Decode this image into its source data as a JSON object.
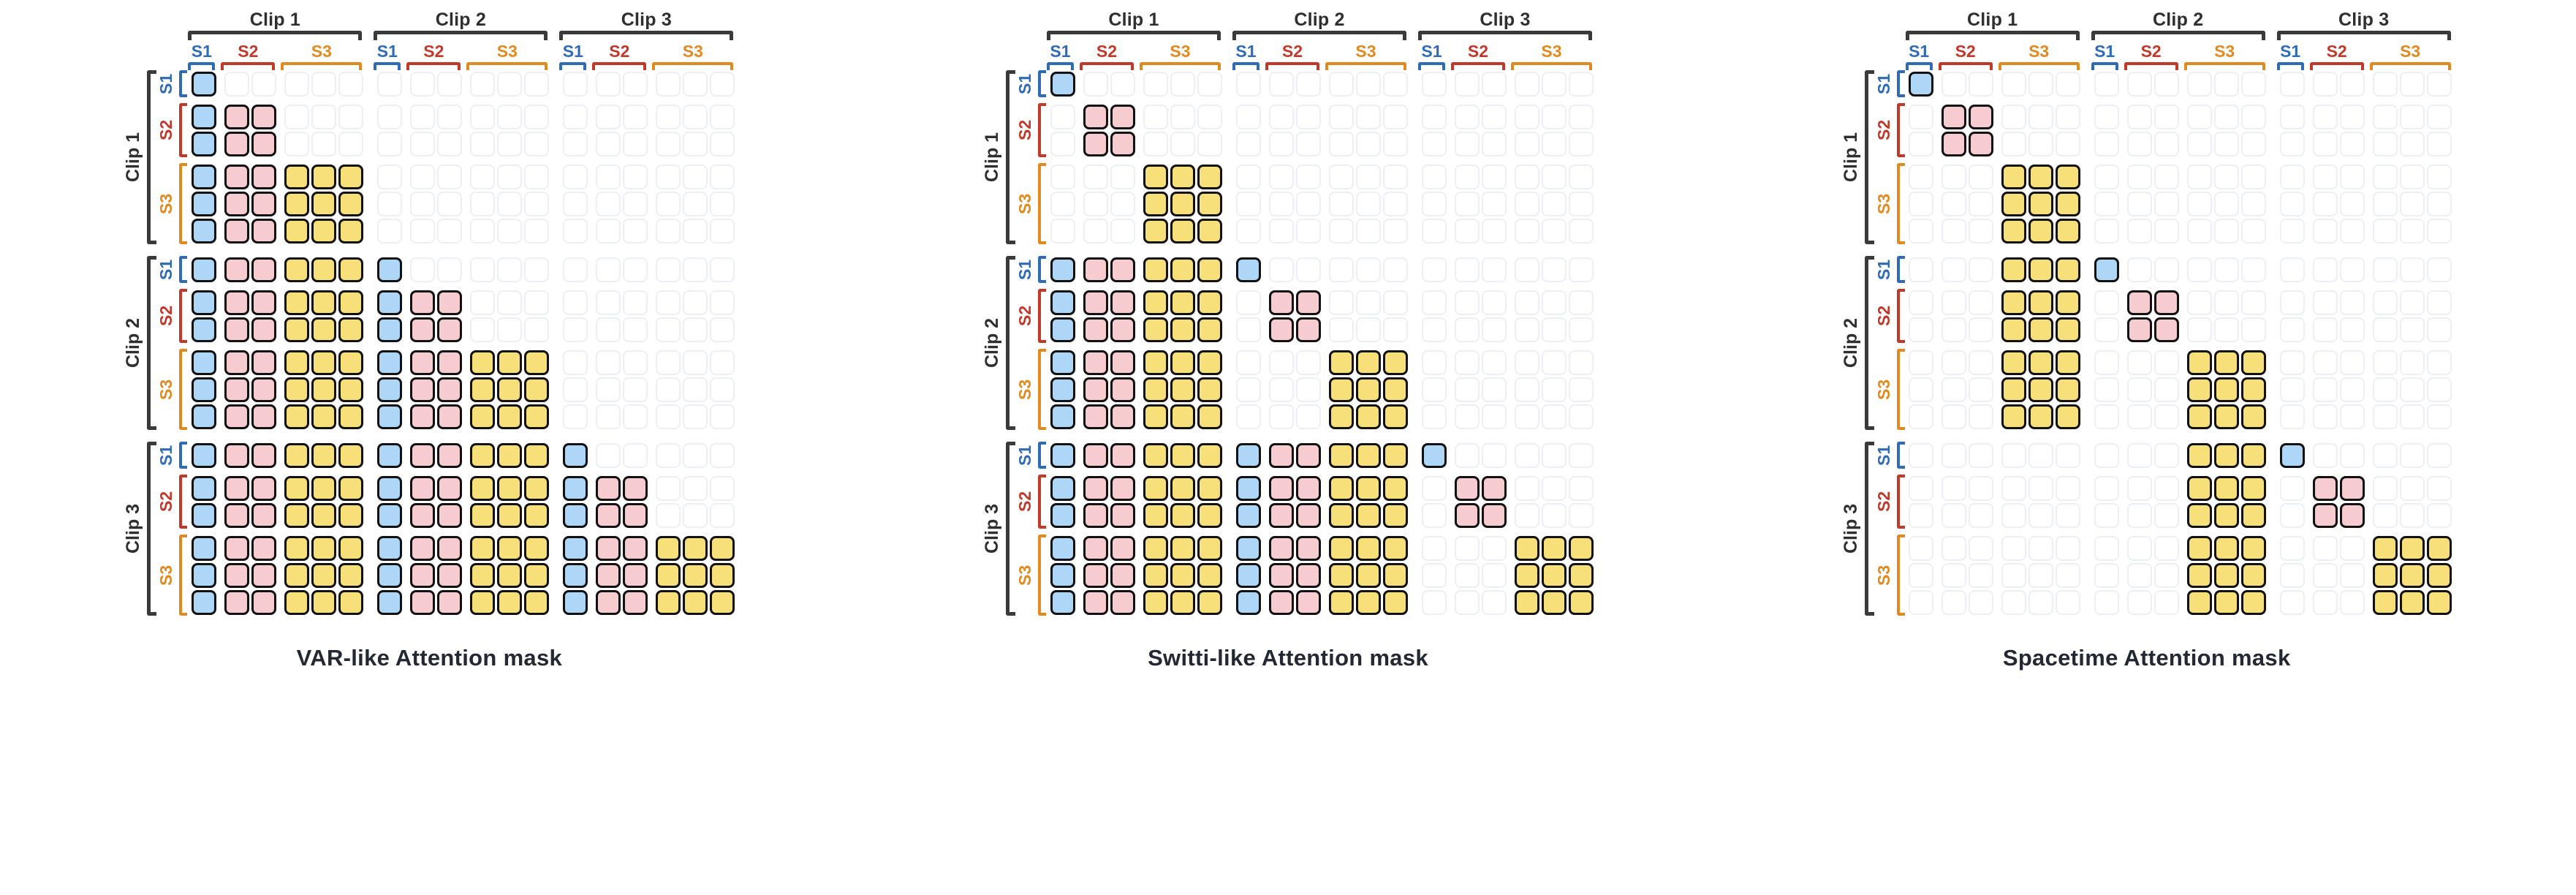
{
  "colors": {
    "s1": "#2f6cb5",
    "s2": "#c0392b",
    "s3": "#e08a20",
    "bracket": "#3a3a3a",
    "cell_blue": "#aed6f7",
    "cell_pink": "#f6ccd1",
    "cell_yellow": "#f7e07a",
    "cell_border_on": "#111111",
    "cell_border_off": "#eceff4",
    "title": "#232833"
  },
  "structure": {
    "clips": [
      "Clip 1",
      "Clip 2",
      "Clip 3"
    ],
    "scales": [
      "S1",
      "S2",
      "S3"
    ],
    "scale_sizes": [
      1,
      2,
      3
    ],
    "tokens_per_clip": 6,
    "total_tokens": 18
  },
  "panels": [
    {
      "title": "VAR-like Attention mask",
      "col_header": {
        "clips": [
          "Clip 1",
          "Clip 2",
          "Clip 3"
        ],
        "scales": [
          "S1",
          "S2",
          "S3",
          "S1",
          "S2",
          "S3",
          "S1",
          "S2",
          "S3"
        ]
      },
      "row_header": {
        "clips": [
          "Clip 1",
          "Clip 2",
          "Clip 3"
        ],
        "scales": [
          "S1",
          "S2",
          "S3",
          "S1",
          "S2",
          "S3",
          "S1",
          "S2",
          "S3"
        ]
      },
      "mask": [
        [
          1,
          0,
          0,
          0,
          0,
          0,
          0,
          0,
          0,
          0,
          0,
          0,
          0,
          0,
          0,
          0,
          0,
          0
        ],
        [
          1,
          1,
          1,
          0,
          0,
          0,
          0,
          0,
          0,
          0,
          0,
          0,
          0,
          0,
          0,
          0,
          0,
          0
        ],
        [
          1,
          1,
          1,
          0,
          0,
          0,
          0,
          0,
          0,
          0,
          0,
          0,
          0,
          0,
          0,
          0,
          0,
          0
        ],
        [
          1,
          1,
          1,
          1,
          1,
          1,
          0,
          0,
          0,
          0,
          0,
          0,
          0,
          0,
          0,
          0,
          0,
          0
        ],
        [
          1,
          1,
          1,
          1,
          1,
          1,
          0,
          0,
          0,
          0,
          0,
          0,
          0,
          0,
          0,
          0,
          0,
          0
        ],
        [
          1,
          1,
          1,
          1,
          1,
          1,
          0,
          0,
          0,
          0,
          0,
          0,
          0,
          0,
          0,
          0,
          0,
          0
        ],
        [
          1,
          1,
          1,
          1,
          1,
          1,
          1,
          0,
          0,
          0,
          0,
          0,
          0,
          0,
          0,
          0,
          0,
          0
        ],
        [
          1,
          1,
          1,
          1,
          1,
          1,
          1,
          1,
          1,
          0,
          0,
          0,
          0,
          0,
          0,
          0,
          0,
          0
        ],
        [
          1,
          1,
          1,
          1,
          1,
          1,
          1,
          1,
          1,
          0,
          0,
          0,
          0,
          0,
          0,
          0,
          0,
          0
        ],
        [
          1,
          1,
          1,
          1,
          1,
          1,
          1,
          1,
          1,
          1,
          1,
          1,
          0,
          0,
          0,
          0,
          0,
          0
        ],
        [
          1,
          1,
          1,
          1,
          1,
          1,
          1,
          1,
          1,
          1,
          1,
          1,
          0,
          0,
          0,
          0,
          0,
          0
        ],
        [
          1,
          1,
          1,
          1,
          1,
          1,
          1,
          1,
          1,
          1,
          1,
          1,
          0,
          0,
          0,
          0,
          0,
          0
        ],
        [
          1,
          1,
          1,
          1,
          1,
          1,
          1,
          1,
          1,
          1,
          1,
          1,
          1,
          0,
          0,
          0,
          0,
          0
        ],
        [
          1,
          1,
          1,
          1,
          1,
          1,
          1,
          1,
          1,
          1,
          1,
          1,
          1,
          1,
          1,
          0,
          0,
          0
        ],
        [
          1,
          1,
          1,
          1,
          1,
          1,
          1,
          1,
          1,
          1,
          1,
          1,
          1,
          1,
          1,
          0,
          0,
          0
        ],
        [
          1,
          1,
          1,
          1,
          1,
          1,
          1,
          1,
          1,
          1,
          1,
          1,
          1,
          1,
          1,
          1,
          1,
          1
        ],
        [
          1,
          1,
          1,
          1,
          1,
          1,
          1,
          1,
          1,
          1,
          1,
          1,
          1,
          1,
          1,
          1,
          1,
          1
        ],
        [
          1,
          1,
          1,
          1,
          1,
          1,
          1,
          1,
          1,
          1,
          1,
          1,
          1,
          1,
          1,
          1,
          1,
          1
        ]
      ]
    },
    {
      "title": "Switti-like Attention mask",
      "col_header": {
        "clips": [
          "Clip 1",
          "Clip 2",
          "Clip 3"
        ],
        "scales": [
          "S1",
          "S2",
          "S3",
          "S1",
          "S2",
          "S3",
          "S1",
          "S2",
          "S3"
        ]
      },
      "row_header": {
        "clips": [
          "Clip 1",
          "Clip 2",
          "Clip 3"
        ],
        "scales": [
          "S1",
          "S2",
          "S3",
          "S1",
          "S2",
          "S3",
          "S1",
          "S2",
          "S3"
        ]
      },
      "mask": [
        [
          1,
          0,
          0,
          0,
          0,
          0,
          0,
          0,
          0,
          0,
          0,
          0,
          0,
          0,
          0,
          0,
          0,
          0
        ],
        [
          0,
          1,
          1,
          0,
          0,
          0,
          0,
          0,
          0,
          0,
          0,
          0,
          0,
          0,
          0,
          0,
          0,
          0
        ],
        [
          0,
          1,
          1,
          0,
          0,
          0,
          0,
          0,
          0,
          0,
          0,
          0,
          0,
          0,
          0,
          0,
          0,
          0
        ],
        [
          0,
          0,
          0,
          1,
          1,
          1,
          0,
          0,
          0,
          0,
          0,
          0,
          0,
          0,
          0,
          0,
          0,
          0
        ],
        [
          0,
          0,
          0,
          1,
          1,
          1,
          0,
          0,
          0,
          0,
          0,
          0,
          0,
          0,
          0,
          0,
          0,
          0
        ],
        [
          0,
          0,
          0,
          1,
          1,
          1,
          0,
          0,
          0,
          0,
          0,
          0,
          0,
          0,
          0,
          0,
          0,
          0
        ],
        [
          1,
          1,
          1,
          1,
          1,
          1,
          1,
          0,
          0,
          0,
          0,
          0,
          0,
          0,
          0,
          0,
          0,
          0
        ],
        [
          1,
          1,
          1,
          1,
          1,
          1,
          0,
          1,
          1,
          0,
          0,
          0,
          0,
          0,
          0,
          0,
          0,
          0
        ],
        [
          1,
          1,
          1,
          1,
          1,
          1,
          0,
          1,
          1,
          0,
          0,
          0,
          0,
          0,
          0,
          0,
          0,
          0
        ],
        [
          1,
          1,
          1,
          1,
          1,
          1,
          0,
          0,
          0,
          1,
          1,
          1,
          0,
          0,
          0,
          0,
          0,
          0
        ],
        [
          1,
          1,
          1,
          1,
          1,
          1,
          0,
          0,
          0,
          1,
          1,
          1,
          0,
          0,
          0,
          0,
          0,
          0
        ],
        [
          1,
          1,
          1,
          1,
          1,
          1,
          0,
          0,
          0,
          1,
          1,
          1,
          0,
          0,
          0,
          0,
          0,
          0
        ],
        [
          1,
          1,
          1,
          1,
          1,
          1,
          1,
          1,
          1,
          1,
          1,
          1,
          1,
          0,
          0,
          0,
          0,
          0
        ],
        [
          1,
          1,
          1,
          1,
          1,
          1,
          1,
          1,
          1,
          1,
          1,
          1,
          0,
          1,
          1,
          0,
          0,
          0
        ],
        [
          1,
          1,
          1,
          1,
          1,
          1,
          1,
          1,
          1,
          1,
          1,
          1,
          0,
          1,
          1,
          0,
          0,
          0
        ],
        [
          1,
          1,
          1,
          1,
          1,
          1,
          1,
          1,
          1,
          1,
          1,
          1,
          0,
          0,
          0,
          1,
          1,
          1
        ],
        [
          1,
          1,
          1,
          1,
          1,
          1,
          1,
          1,
          1,
          1,
          1,
          1,
          0,
          0,
          0,
          1,
          1,
          1
        ],
        [
          1,
          1,
          1,
          1,
          1,
          1,
          1,
          1,
          1,
          1,
          1,
          1,
          0,
          0,
          0,
          1,
          1,
          1
        ]
      ]
    },
    {
      "title": "Spacetime Attention mask",
      "col_header": {
        "clips": [
          "Clip 1",
          "Clip 2",
          "Clip 3"
        ],
        "scales": [
          "S1",
          "S2",
          "S3",
          "S1",
          "S2",
          "S3",
          "S1",
          "S2",
          "S3"
        ]
      },
      "row_header": {
        "clips": [
          "Clip 1",
          "Clip 2",
          "Clip 3"
        ],
        "scales": [
          "S1",
          "S2",
          "S3",
          "S1",
          "S2",
          "S3",
          "S1",
          "S2",
          "S3"
        ]
      },
      "mask": [
        [
          1,
          0,
          0,
          0,
          0,
          0,
          0,
          0,
          0,
          0,
          0,
          0,
          0,
          0,
          0,
          0,
          0,
          0
        ],
        [
          0,
          1,
          1,
          0,
          0,
          0,
          0,
          0,
          0,
          0,
          0,
          0,
          0,
          0,
          0,
          0,
          0,
          0
        ],
        [
          0,
          1,
          1,
          0,
          0,
          0,
          0,
          0,
          0,
          0,
          0,
          0,
          0,
          0,
          0,
          0,
          0,
          0
        ],
        [
          0,
          0,
          0,
          1,
          1,
          1,
          0,
          0,
          0,
          0,
          0,
          0,
          0,
          0,
          0,
          0,
          0,
          0
        ],
        [
          0,
          0,
          0,
          1,
          1,
          1,
          0,
          0,
          0,
          0,
          0,
          0,
          0,
          0,
          0,
          0,
          0,
          0
        ],
        [
          0,
          0,
          0,
          1,
          1,
          1,
          0,
          0,
          0,
          0,
          0,
          0,
          0,
          0,
          0,
          0,
          0,
          0
        ],
        [
          0,
          0,
          0,
          1,
          1,
          1,
          1,
          0,
          0,
          0,
          0,
          0,
          0,
          0,
          0,
          0,
          0,
          0
        ],
        [
          0,
          0,
          0,
          1,
          1,
          1,
          0,
          1,
          1,
          0,
          0,
          0,
          0,
          0,
          0,
          0,
          0,
          0
        ],
        [
          0,
          0,
          0,
          1,
          1,
          1,
          0,
          1,
          1,
          0,
          0,
          0,
          0,
          0,
          0,
          0,
          0,
          0
        ],
        [
          0,
          0,
          0,
          1,
          1,
          1,
          0,
          0,
          0,
          1,
          1,
          1,
          0,
          0,
          0,
          0,
          0,
          0
        ],
        [
          0,
          0,
          0,
          1,
          1,
          1,
          0,
          0,
          0,
          1,
          1,
          1,
          0,
          0,
          0,
          0,
          0,
          0
        ],
        [
          0,
          0,
          0,
          1,
          1,
          1,
          0,
          0,
          0,
          1,
          1,
          1,
          0,
          0,
          0,
          0,
          0,
          0
        ],
        [
          0,
          0,
          0,
          0,
          0,
          0,
          0,
          0,
          0,
          1,
          1,
          1,
          1,
          0,
          0,
          0,
          0,
          0
        ],
        [
          0,
          0,
          0,
          0,
          0,
          0,
          0,
          0,
          0,
          1,
          1,
          1,
          0,
          1,
          1,
          0,
          0,
          0
        ],
        [
          0,
          0,
          0,
          0,
          0,
          0,
          0,
          0,
          0,
          1,
          1,
          1,
          0,
          1,
          1,
          0,
          0,
          0
        ],
        [
          0,
          0,
          0,
          0,
          0,
          0,
          0,
          0,
          0,
          1,
          1,
          1,
          0,
          0,
          0,
          1,
          1,
          1
        ],
        [
          0,
          0,
          0,
          0,
          0,
          0,
          0,
          0,
          0,
          1,
          1,
          1,
          0,
          0,
          0,
          1,
          1,
          1
        ],
        [
          0,
          0,
          0,
          0,
          0,
          0,
          0,
          0,
          0,
          1,
          1,
          1,
          0,
          0,
          0,
          1,
          1,
          1
        ]
      ]
    }
  ]
}
